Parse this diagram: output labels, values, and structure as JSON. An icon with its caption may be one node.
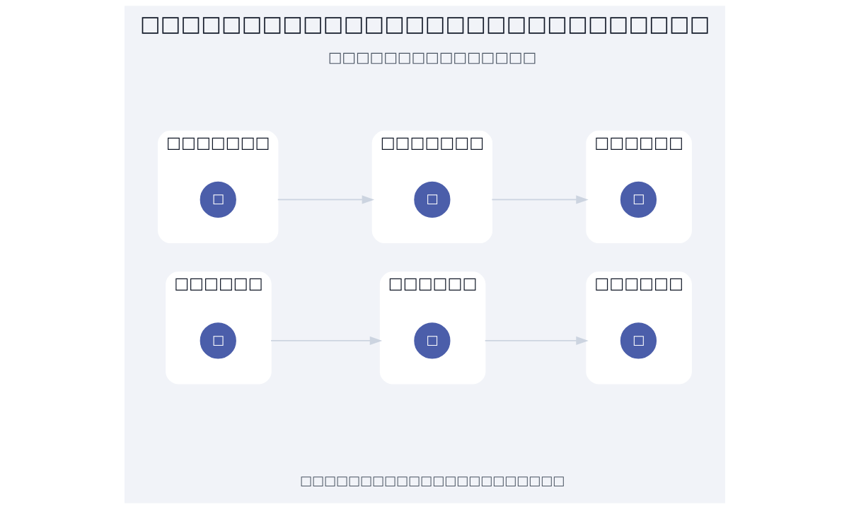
{
  "diagram": {
    "title": "□□□□□□□□□□□□□□□□□□□□□□□□□□□□",
    "nodes": [
      {
        "text": [
          "□□□□□□□"
        ]
      },
      {
        "text": [
          "□"
        ],
        "in": 0
      },
      {
        "text": [
          "□□□□□□□"
        ]
      },
      {
        "text": [
          "□"
        ],
        "in": 2
      },
      {
        "text": [
          "□□□□□□"
        ]
      },
      {
        "text": [
          "□"
        ],
        "in": 4
      },
      {
        "text": [
          "□□□□□□"
        ]
      },
      {
        "text": [
          "□"
        ],
        "in": 6
      },
      {
        "text": [
          "□□□□□□"
        ]
      },
      {
        "text": [
          "□"
        ],
        "in": 8
      },
      {
        "text": [
          "□□□□□□"
        ]
      },
      {
        "text": [
          "□"
        ],
        "in": 10
      }
    ],
    "edges": [
      {
        "from": 0,
        "to": 2,
        "arrow": "to"
      },
      {
        "from": 2,
        "to": 4,
        "arrow": "to"
      },
      {
        "from": 6,
        "to": 8,
        "arrow": "to"
      },
      {
        "from": 8,
        "to": 10,
        "arrow": "to"
      }
    ],
    "labels": [
      "□□□□□□□□□□□□□□□",
      "□□□□□□□□□□□□□□□□□□□□□□"
    ]
  }
}
